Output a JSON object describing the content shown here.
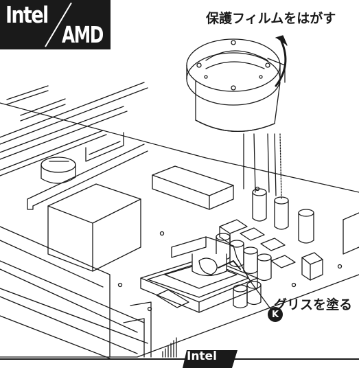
{
  "badge": {
    "line1": "Intel",
    "line2": "AMD"
  },
  "callouts": {
    "remove_film": "保護フィルムをはがす",
    "apply_grease": "グリスを塗る"
  },
  "marker": {
    "label": "K"
  },
  "bottom_tag": {
    "label": "Intel"
  }
}
